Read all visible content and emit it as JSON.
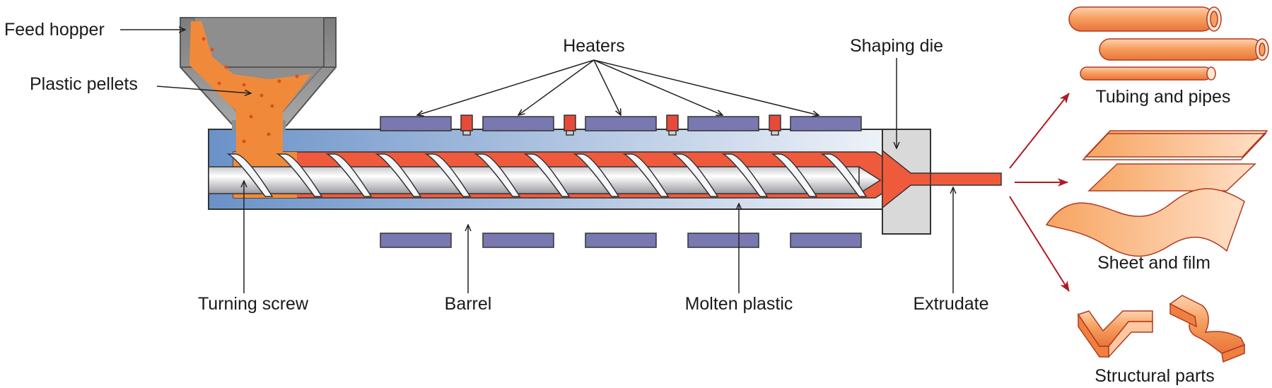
{
  "labels": {
    "feed_hopper": "Feed hopper",
    "plastic_pellets": "Plastic pellets",
    "heaters": "Heaters",
    "shaping_die": "Shaping die",
    "turning_screw": "Turning screw",
    "barrel": "Barrel",
    "molten_plastic": "Molten plastic",
    "extrudate": "Extrudate",
    "tubing_and_pipes": "Tubing and pipes",
    "sheet_and_film": "Sheet and film",
    "structural_parts": "Structural parts"
  },
  "colors": {
    "barrel_dark": "#6b93c8",
    "barrel_light": "#e6ecf5",
    "molten": "#f05a3c",
    "pellets": "#f08a3a",
    "heater": "#7a78b0",
    "heater_tab": "#e84a3a",
    "hopper": "#8c8c8c",
    "die": "#d9d9d9",
    "arrow_red": "#b01a24",
    "product": "#f5a060"
  }
}
